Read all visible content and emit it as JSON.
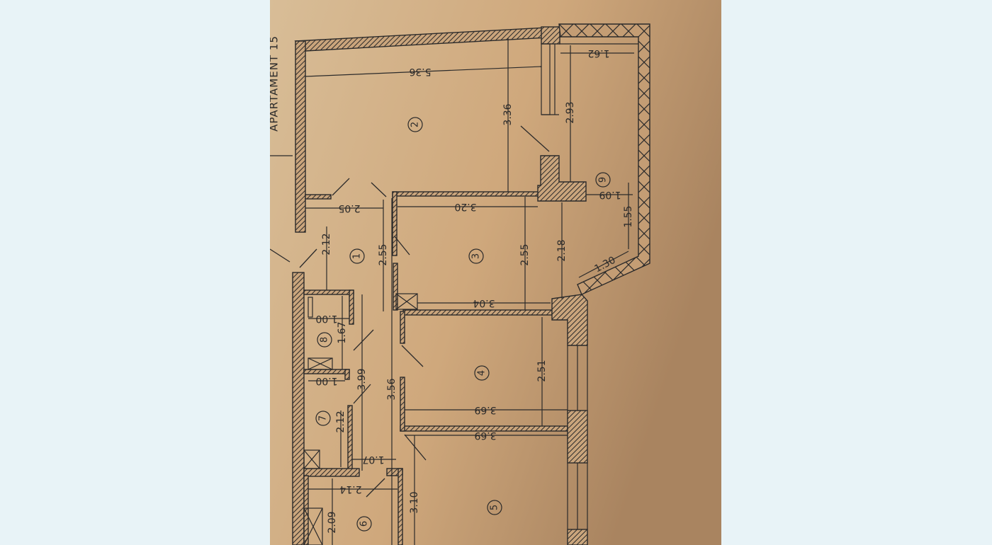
{
  "plan": {
    "apartment_label": "APARTAMENT 15",
    "colors": {
      "paper_light": "#d9b98f",
      "paper_dark": "#a8825c",
      "ink": "#2b2a2a",
      "background": "#e8f3f7"
    },
    "rooms": [
      "1",
      "2",
      "3",
      "4",
      "5",
      "6",
      "7",
      "8",
      "9"
    ],
    "dimensions": {
      "d_5_36": "5.36",
      "d_3_36": "3.36",
      "d_2_93": "2.93",
      "d_1_62": "1.62",
      "d_1_09": "1.09",
      "d_1_55": "1.55",
      "d_1_30": "1.30",
      "d_2_05": "2.05",
      "d_3_20": "3.20",
      "d_2_12_a": "2.12",
      "d_2_55_a": "2.55",
      "d_2_55_b": "2.55",
      "d_2_18": "2.18",
      "d_3_04": "3.04",
      "d_1_00_a": "1.00",
      "d_1_67": "1.67",
      "d_3_99": "3.99",
      "d_1_00_b": "1.00",
      "d_3_56": "3.56",
      "d_2_51": "2.51",
      "d_3_69_a": "3.69",
      "d_3_69_b": "3.69",
      "d_2_12_b": "2.12",
      "d_1_07": "1.07",
      "d_2_14": "2.14",
      "d_3_10": "3.10",
      "d_2_09": "2.09"
    }
  }
}
